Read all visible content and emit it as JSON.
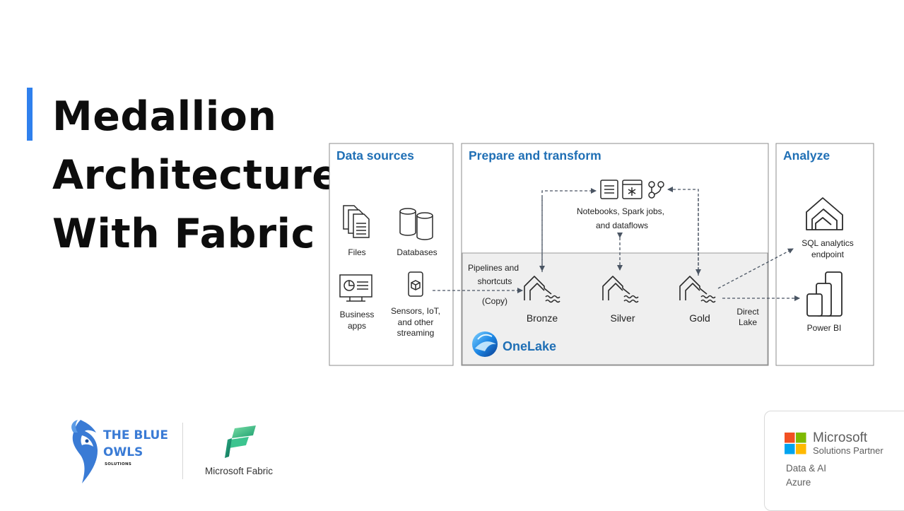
{
  "slide": {
    "title_lines": [
      "Medallion",
      "Architecture",
      "With Fabric"
    ]
  },
  "diagram": {
    "sections": {
      "data_sources": "Data sources",
      "prepare": "Prepare and transform",
      "analyze": "Analyze"
    },
    "sources": {
      "files": "Files",
      "databases": "Databases",
      "business_apps": [
        "Business",
        "apps"
      ],
      "sensors": [
        "Sensors, IoT,",
        "and other",
        "streaming"
      ]
    },
    "tools": [
      "Notebooks, Spark jobs,",
      "and dataflows"
    ],
    "pipelines": [
      "Pipelines and",
      "shortcuts",
      "(Copy)"
    ],
    "layers": {
      "bronze": "Bronze",
      "silver": "Silver",
      "gold": "Gold"
    },
    "onelake": "OneLake",
    "direct_lake": [
      "Direct",
      "Lake"
    ],
    "outputs": {
      "sql": [
        "SQL analytics",
        "endpoint"
      ],
      "powerbi": "Power BI"
    },
    "colors": {
      "section_heading": "#1f6fb5",
      "onelake_bg": "#efefef",
      "arrow": "#4a5563",
      "icon": "#2b2b2b"
    }
  },
  "logos": {
    "blue_owls": {
      "line1": "THE BLUE",
      "line2": "OWLS",
      "sub": "SOLUTIONS"
    },
    "fabric": {
      "label": "Microsoft Fabric"
    },
    "microsoft_partner": {
      "name": "Microsoft",
      "sub": "Solutions Partner",
      "line1": "Data & AI",
      "line2": "Azure"
    }
  }
}
